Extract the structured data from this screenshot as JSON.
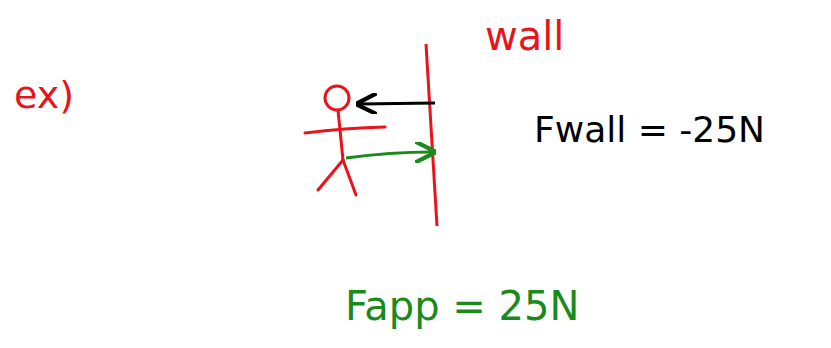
{
  "diagram": {
    "labels": [
      "ex)",
      "wall",
      "Fwall = -25N",
      "Fapp = 25N"
    ]
  }
}
